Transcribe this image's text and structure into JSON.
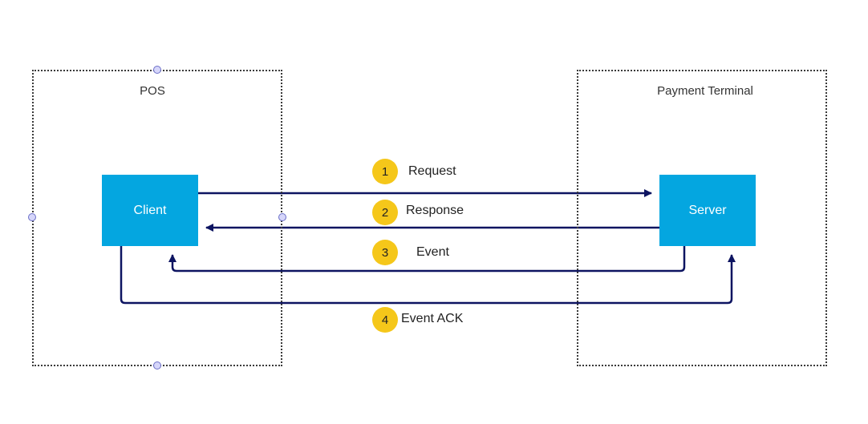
{
  "colors": {
    "node_fill": "#04a6e0",
    "arrow": "#0d1461",
    "badge_fill": "#f5c71a",
    "handle_fill": "#d6d6fa",
    "group_border": "#3a3a3a"
  },
  "groups": {
    "pos": {
      "title": "POS"
    },
    "terminal": {
      "title": "Payment Terminal"
    }
  },
  "nodes": {
    "client": {
      "label": "Client"
    },
    "server": {
      "label": "Server"
    }
  },
  "steps": [
    {
      "number": "1",
      "label": "Request"
    },
    {
      "number": "2",
      "label": "Response"
    },
    {
      "number": "3",
      "label": "Event"
    },
    {
      "number": "4",
      "label": "Event ACK"
    }
  ]
}
